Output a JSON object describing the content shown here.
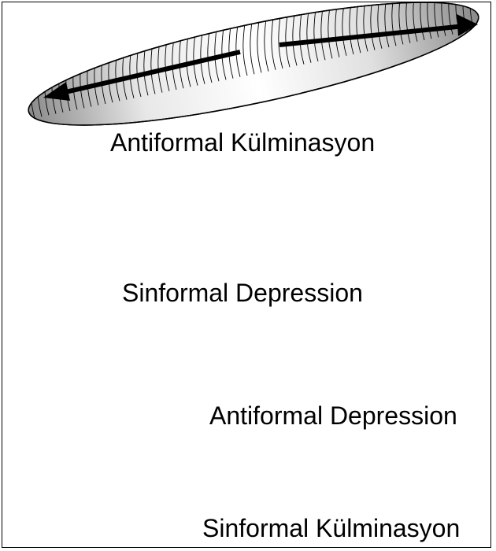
{
  "captions": {
    "antiformal_culmination": "Antiformal Külminasyon",
    "synformal_depression": "Sinformal Depression",
    "antiformal_depression": "Antiformal Depression",
    "synformal_culmination": "Sinformal Külminasyon"
  },
  "colors": {
    "outline": "#000000",
    "shade_dark": "#8c8c8c",
    "shade_light": "#ffffff",
    "arrow": "#000000"
  }
}
